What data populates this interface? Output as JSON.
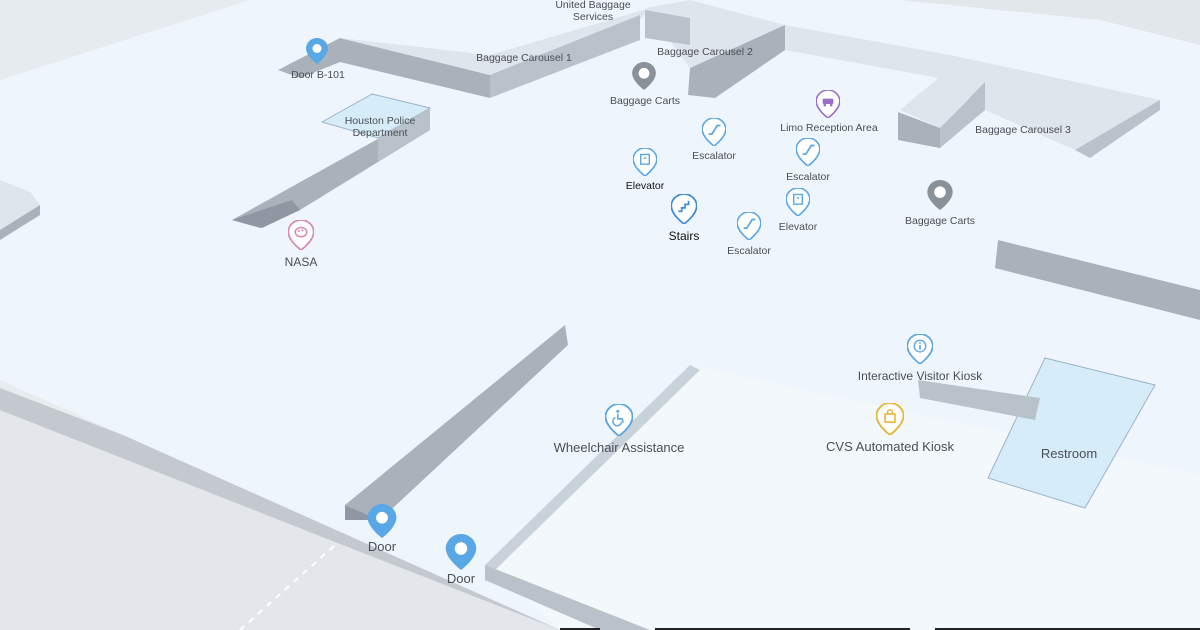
{
  "colors": {
    "floor": "#eef5fc",
    "wall_top": "#dfe5ed",
    "wall_side": "#a9b1bb",
    "outside": "#e9ecef",
    "road": "#c9ced4",
    "restroom": "#d6ecf9",
    "pin_blue": "#5aa7e6",
    "pin_gray": "#8a9198",
    "pin_purple": "#9a6fc9",
    "pin_pink": "#d888b3",
    "pin_yellow": "#e8b437"
  },
  "labels": {
    "united_baggage": "United Baggage\nServices",
    "baggage_carousel_1": "Baggage Carousel 1",
    "baggage_carousel_2": "Baggage Carousel 2",
    "baggage_carousel_3": "Baggage Carousel 3",
    "door_b101": "Door B-101",
    "houston_police": "Houston Police\nDepartment",
    "baggage_carts_1": "Baggage Carts",
    "baggage_carts_2": "Baggage Carts",
    "limo_reception": "Limo Reception Area",
    "escalator_1": "Escalator",
    "escalator_2": "Escalator",
    "escalator_3": "Escalator",
    "elevator_1": "Elevator",
    "elevator_2": "Elevator",
    "stairs": "Stairs",
    "nasa": "NASA",
    "interactive_kiosk": "Interactive Visitor Kiosk",
    "cvs_kiosk": "CVS Automated Kiosk",
    "wheelchair": "Wheelchair Assistance",
    "restroom": "Restroom",
    "door_1": "Door",
    "door_2": "Door"
  },
  "icons": {
    "door": "map-pin-icon",
    "baggage_carts": "cart-icon",
    "limo": "car-icon",
    "escalator": "escalator-icon",
    "elevator": "elevator-icon",
    "stairs": "stairs-icon",
    "nasa": "palette-icon",
    "info": "info-icon",
    "cvs": "shopping-bag-icon",
    "wheelchair": "wheelchair-icon"
  }
}
